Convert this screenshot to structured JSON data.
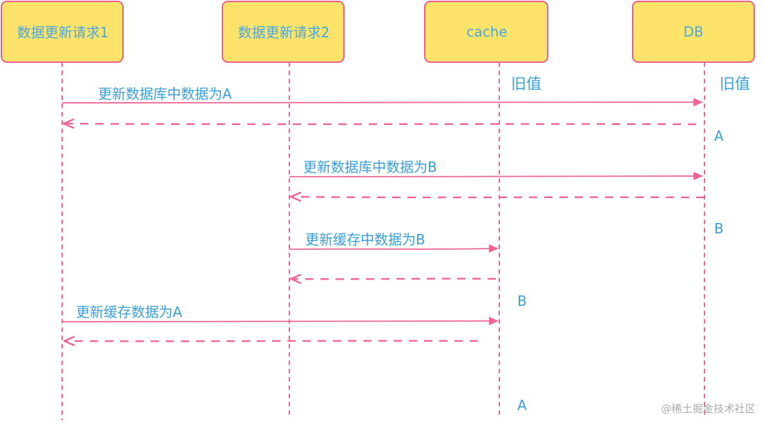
{
  "participants": [
    {
      "label": "数据更新请求1"
    },
    {
      "label": "数据更新请求2"
    },
    {
      "label": "cache"
    },
    {
      "label": "DB"
    }
  ],
  "messages": [
    {
      "label": "更新数据库中数据为A"
    },
    {
      "label": "更新数据库中数据为B"
    },
    {
      "label": "更新缓存中数据为B"
    },
    {
      "label": "更新缓存数据为A"
    }
  ],
  "state_notes": {
    "cache_old": "旧值",
    "db_old": "旧值",
    "db_a": "A",
    "db_b": "B",
    "cache_b": "B",
    "cache_a": "A"
  },
  "watermark": "@稀土掘金技术社区",
  "colors": {
    "box_fill": "#fde36b",
    "box_stroke": "#ea5d8f",
    "line": "#ef6494",
    "text": "#3a9fd9",
    "participant_text": "#4da6d8"
  }
}
